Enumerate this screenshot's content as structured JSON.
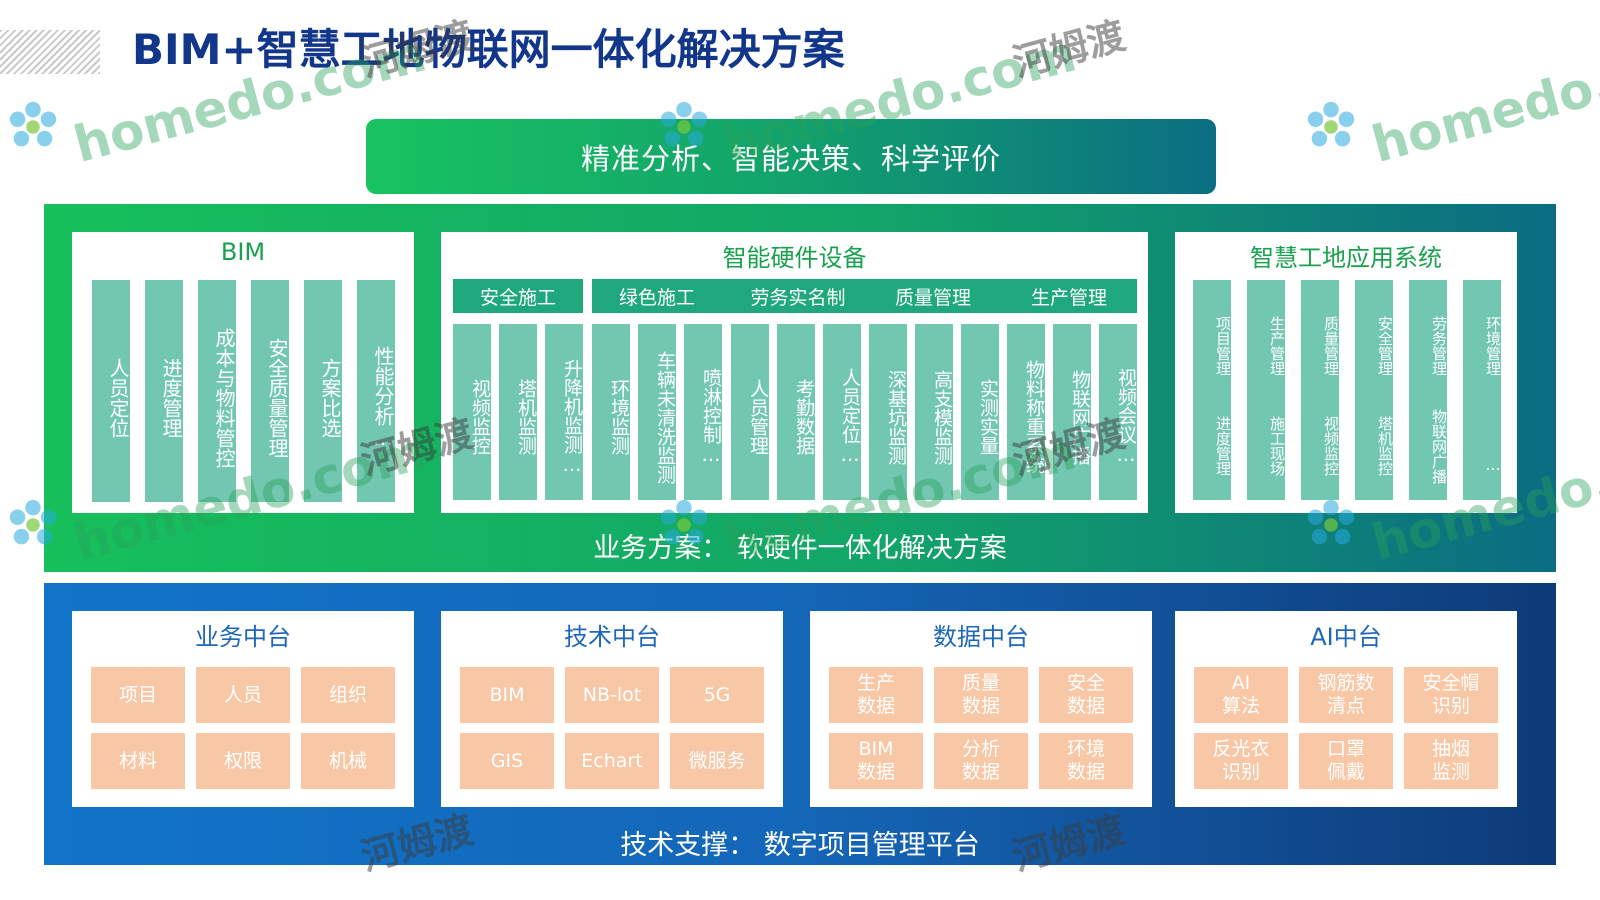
{
  "title": "BIM+智慧工地物联网一体化解决方案",
  "banner": "精准分析、智能决策、科学评价",
  "business_section": {
    "caption": "业务方案： 软硬件一体化解决方案",
    "bim": {
      "title": "BIM",
      "items": [
        "人员定位",
        "进度管理",
        "成本与物料管控",
        "安全质量管理",
        "方案比选",
        "性能分析…"
      ]
    },
    "hardware": {
      "title": "智能硬件设备",
      "categories": [
        "安全施工",
        "绿色施工",
        "劳务实名制",
        "质量管理",
        "生产管理"
      ],
      "items": [
        "视频监控",
        "塔机监测",
        "升降机监测…",
        "环境监测",
        "车辆未清洗监测",
        "喷淋控制…",
        "人员管理",
        "考勤数据",
        "人员定位…",
        "深基坑监测",
        "高支模监测",
        "实测实量",
        "物料称重系统",
        "物联网广播",
        "视频会议…"
      ]
    },
    "app": {
      "title": "智慧工地应用系统",
      "row1": [
        "项目管理",
        "生产管理",
        "质量管理",
        "安全管理",
        "劳务管理",
        "环境管理"
      ],
      "row2": [
        "进度管理",
        "施工现场",
        "视频监控",
        "塔机监控",
        "物联网广播",
        "…"
      ]
    }
  },
  "tech_section": {
    "caption": "技术支撑： 数字项目管理平台",
    "panels": [
      {
        "title": "业务中台",
        "tiles": [
          "项目",
          "人员",
          "组织",
          "材料",
          "权限",
          "机械"
        ]
      },
      {
        "title": "技术中台",
        "tiles": [
          "BIM",
          "NB-lot",
          "5G",
          "GIS",
          "Echart",
          "微服务"
        ]
      },
      {
        "title": "数据中台",
        "tiles": [
          "生产\n数据",
          "质量\n数据",
          "安全\n数据",
          "BIM\n数据",
          "分析\n数据",
          "环境\n数据"
        ]
      },
      {
        "title": "AI中台",
        "tiles": [
          "AI\n算法",
          "钢筋数\n清点",
          "安全帽\n识别",
          "反光衣\n识别",
          "口罩\n佩戴",
          "抽烟\n监测"
        ]
      }
    ]
  },
  "watermark": {
    "brand": "homedo.com",
    "name": "河姆渡"
  },
  "colors": {
    "title": "#12378a",
    "green_band": "#17c05b",
    "blue_band": "#1174c9",
    "teal_column": "#72c7b1",
    "peach_tile": "#f8c7a6"
  }
}
